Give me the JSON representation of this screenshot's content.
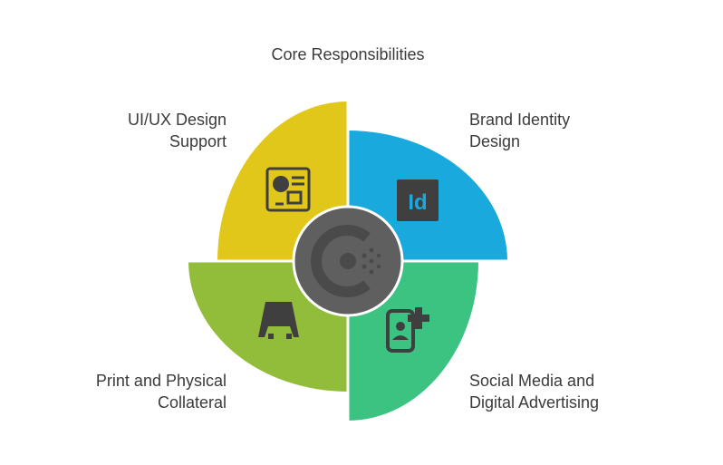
{
  "title": "Core Responsibilities",
  "segments": [
    {
      "id": "uiux",
      "label_lines": [
        "UI/UX Design",
        "Support"
      ],
      "color": "#e0c71a",
      "icon": "ui-ux-design-icon"
    },
    {
      "id": "brand",
      "label_lines": [
        "Brand Identity",
        "Design"
      ],
      "color": "#1aa9dc",
      "icon": "indesign-id-icon"
    },
    {
      "id": "social",
      "label_lines": [
        "Social Media and",
        "Digital Advertising"
      ],
      "color": "#3cc382",
      "icon": "mobile-add-user-icon"
    },
    {
      "id": "print",
      "label_lines": [
        "Print and Physical",
        "Collateral"
      ],
      "color": "#91bd3a",
      "icon": "a-frame-sign-icon"
    }
  ],
  "center": {
    "color": "#5f5f5f",
    "icon": "core-logo-icon"
  },
  "icon_text": {
    "brand": "Id"
  }
}
